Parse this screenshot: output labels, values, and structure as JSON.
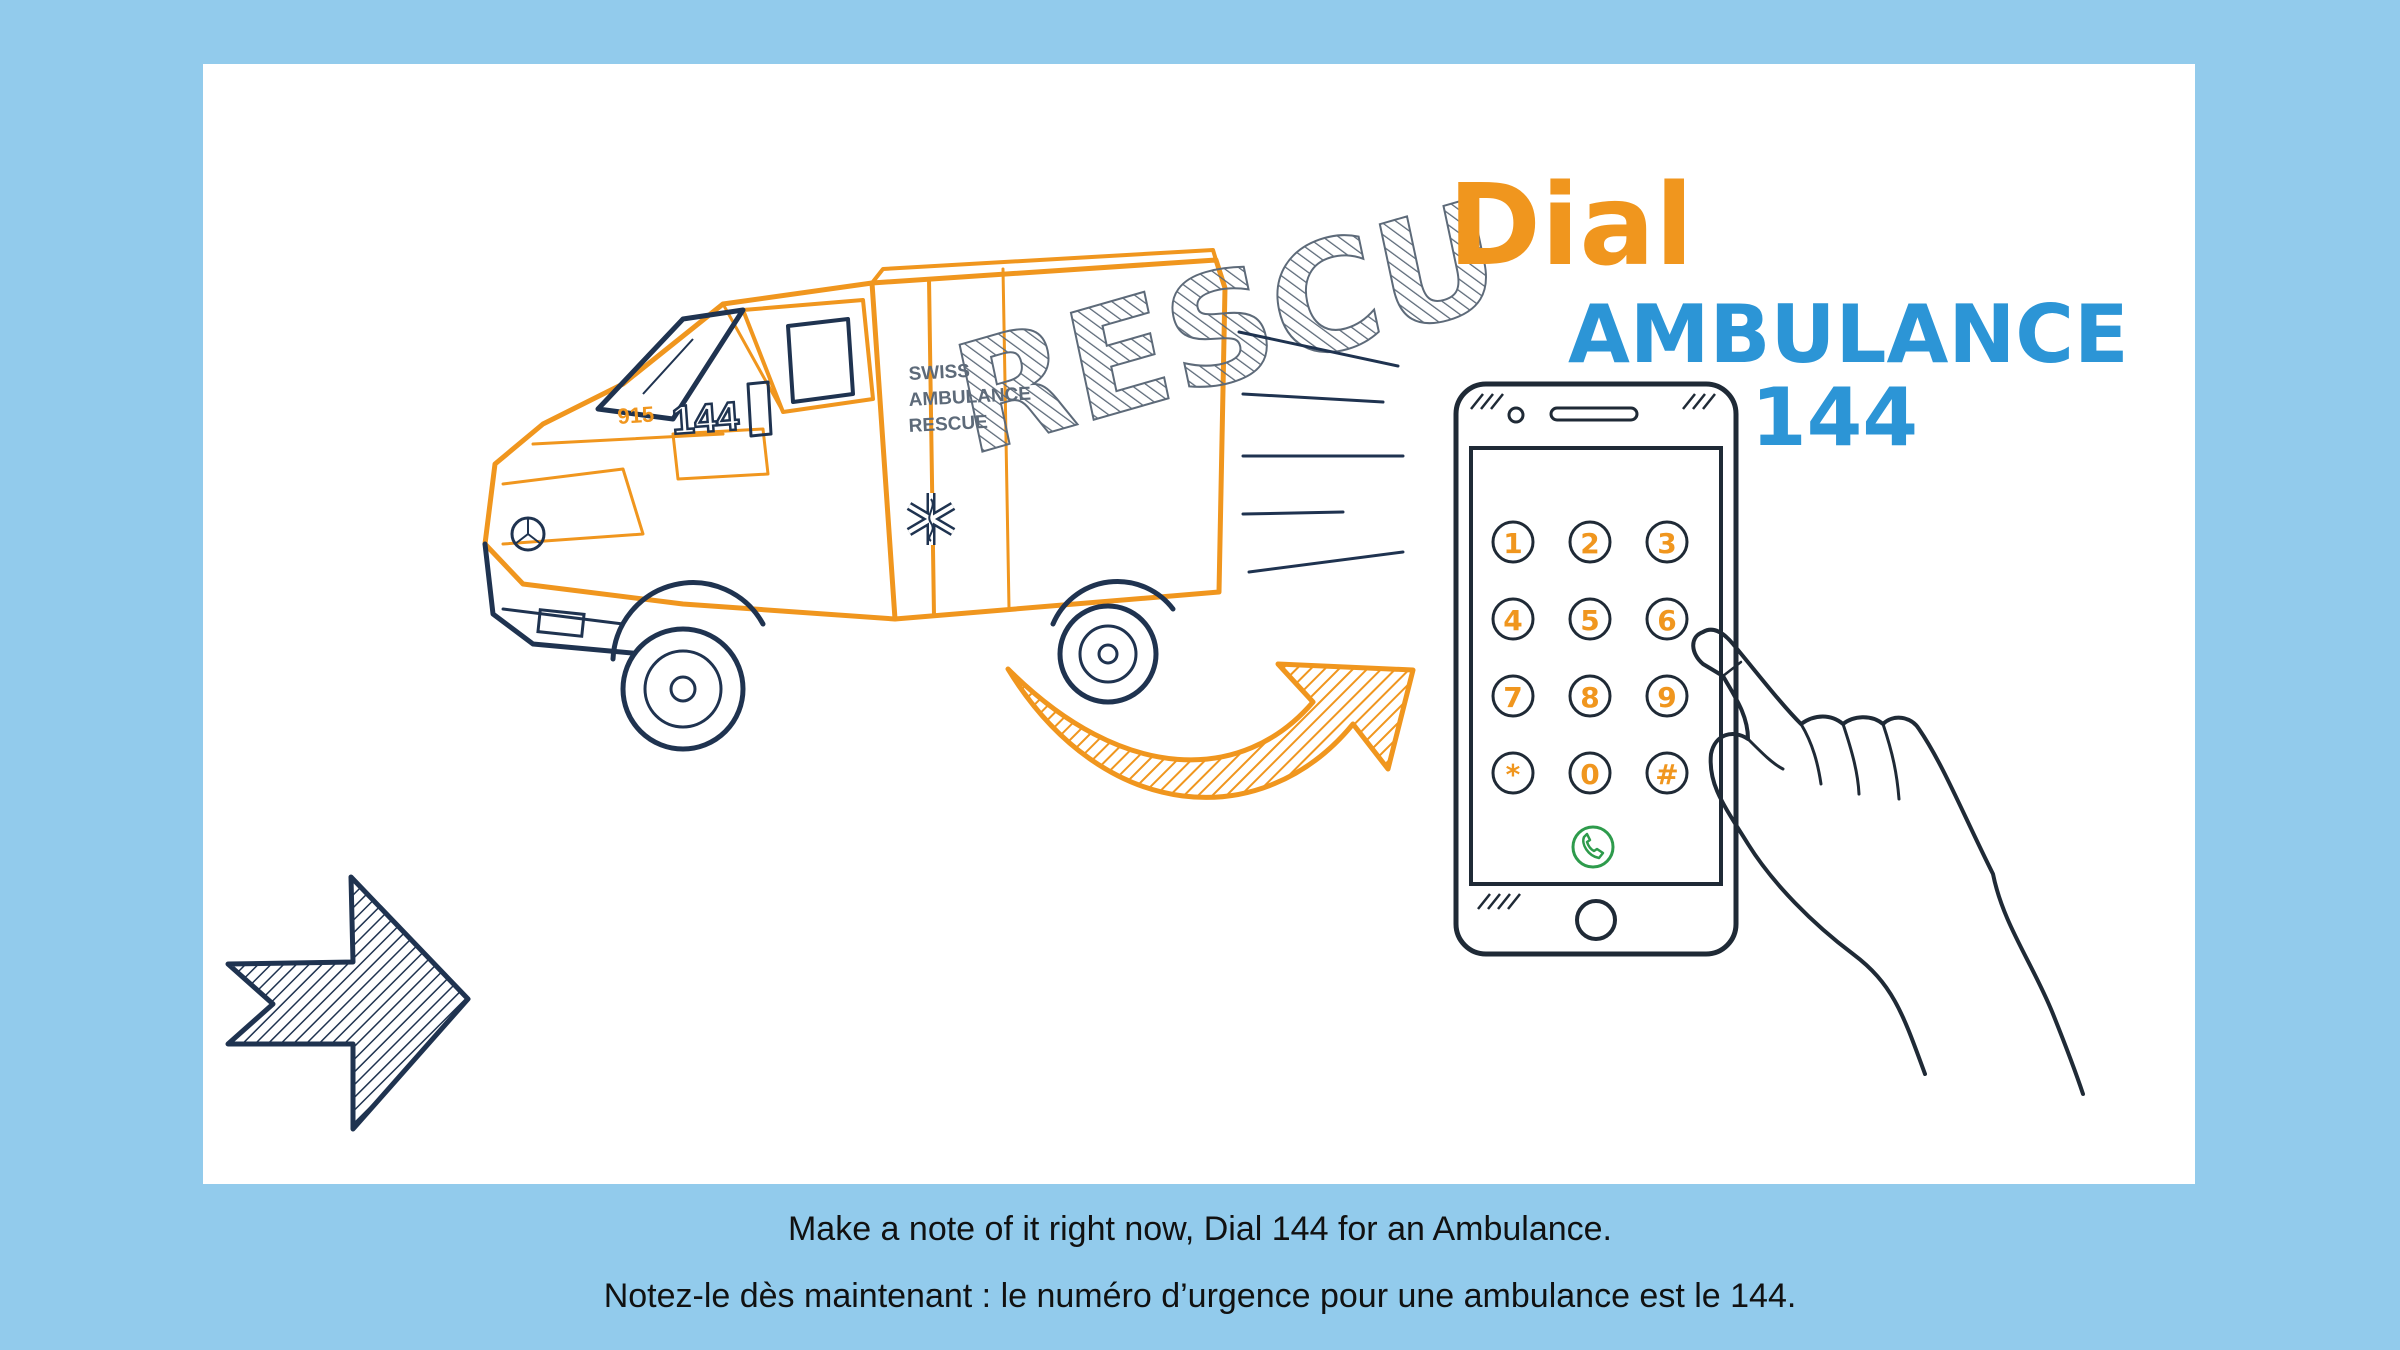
{
  "colors": {
    "background": "#92cbec",
    "slide": "#ffffff",
    "orange": "#f0961e",
    "blue": "#2c95d6",
    "navy": "#1f3350",
    "green": "#2e9b4c"
  },
  "heading": {
    "dial": "Dial",
    "ambulance": "AMBULANCE",
    "number": "144"
  },
  "ambulance_vehicle": {
    "side_text_lines": [
      "SWISS",
      "AMBULANCE",
      "RESCUE"
    ],
    "side_number": "144",
    "vehicle_code": "915",
    "graphic_letters": "RESCU"
  },
  "phone": {
    "keys": [
      "1",
      "2",
      "3",
      "4",
      "5",
      "6",
      "7",
      "8",
      "9",
      "*",
      "0",
      "#"
    ],
    "call_icon": "phone-call-icon"
  },
  "icons": {
    "curved_arrow": "curved-arrow-icon",
    "next_arrow": "right-arrow-icon",
    "hand": "pointing-hand-icon"
  },
  "captions": {
    "english": "Make a note of it right now, Dial 144 for an Ambulance.",
    "french": "Notez-le dès maintenant : le numéro d’urgence pour une ambulance est le 144."
  }
}
